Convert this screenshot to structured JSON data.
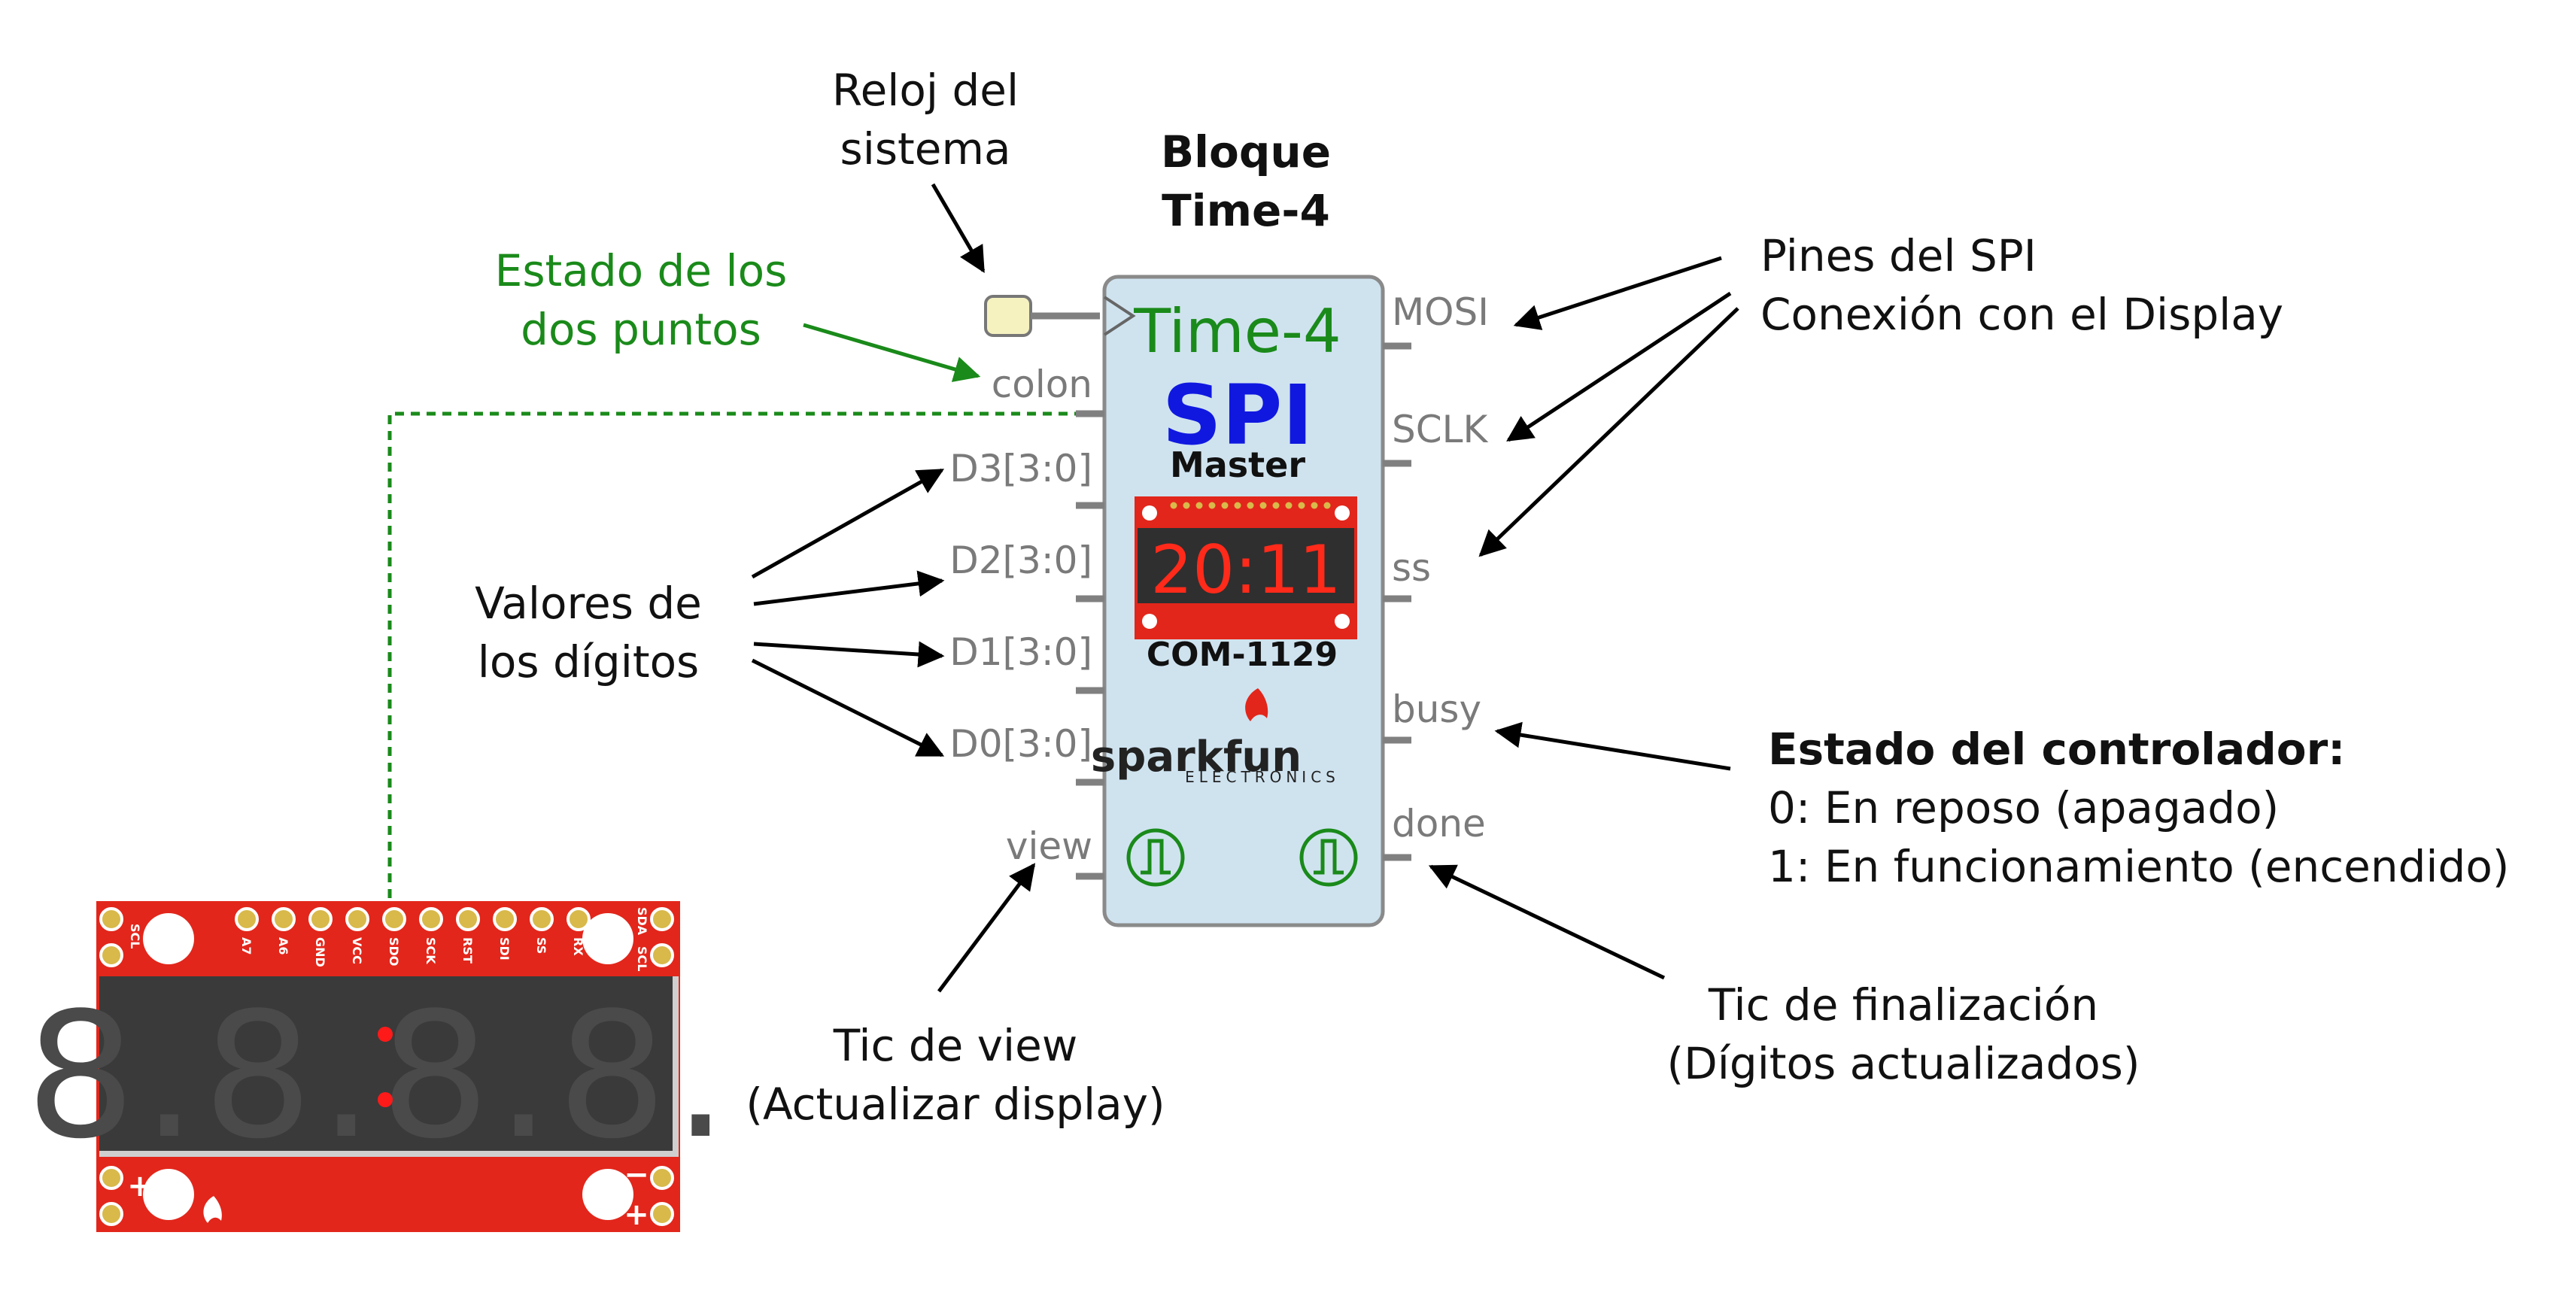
{
  "block": {
    "title": "Bloque\nTime-4",
    "name": "Time-4",
    "spi": "SPI",
    "master": "Master",
    "part": "COM-1129",
    "logo_brand": "sparkfun",
    "logo_sub": "ELECTRONICS",
    "digits": "20:11",
    "inputs": [
      "colon",
      "D3[3:0]",
      "D2[3:0]",
      "D1[3:0]",
      "D0[3:0]",
      "view"
    ],
    "outputs": [
      "MOSI",
      "SCLK",
      "ss",
      "busy",
      "done"
    ]
  },
  "annotations": {
    "clock": "Reloj del\nsistema",
    "colon_state": "Estado de los\ndos puntos",
    "digit_values": "Valores  de\nlos dígitos",
    "spi_pins": "Pines del SPI\nConexión con el Display",
    "ctrl_title": "Estado del controlador:",
    "ctrl_0": "0: En reposo (apagado)",
    "ctrl_1": "1: En funcionamiento (encendido)",
    "view_tic": "Tic de view\n(Actualizar display)",
    "done_tic": "Tic de finalización\n(Dígitos actualizados)"
  },
  "board": {
    "header_pins": [
      "A7",
      "A6",
      "GND",
      "VCC",
      "SDO",
      "SCK",
      "RST",
      "SDI",
      "SS",
      "RX"
    ],
    "left_pin": "SCL",
    "right_pins": [
      "SDA",
      "SCL"
    ],
    "plus": "+",
    "minus": "−",
    "digits": "8.8.8.8."
  },
  "colors": {
    "block_fill": "#cfe3ef",
    "block_stroke": "#8a8a8a",
    "title_green": "#1a8a1a",
    "spi_blue": "#1018e0",
    "pcb_red": "#e2261b",
    "annotation_green": "#1a8a1a"
  }
}
